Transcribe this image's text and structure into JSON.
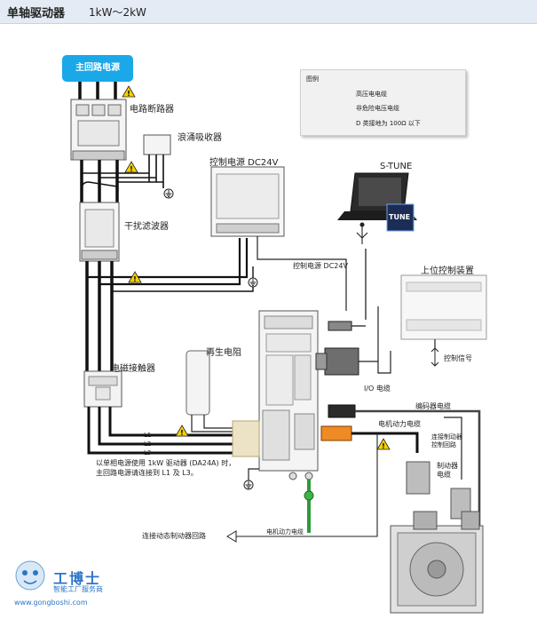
{
  "header": {
    "title": "单轴驱动器",
    "rating": "1kW～2kW"
  },
  "labels": {
    "main_power": "主回路电源",
    "circuit_breaker": "电路断路器",
    "surge_absorber": "浪涌吸收器",
    "control_power": "控制电源 DC24V",
    "noise_filter": "干扰滤波器",
    "s_tune": "S-TUNE",
    "control_power_cable": "控制电源 DC24V",
    "host_controller": "上位控制装置",
    "control_signal": "控制信号",
    "io_cable": "I/O 电缆",
    "regen_resistor": "再生电阻",
    "contactor": "电磁接触器",
    "encoder_cable": "编码器电缆",
    "motor_power_cable": "电机动力电缆",
    "brake_connect": "连接制动器 控制回路",
    "brake_cable": "制动器 电缆",
    "l1": "L1",
    "l2": "L2",
    "l3": "L3",
    "single_phase_note_1": "以单相电源使用 1kW 驱动器 (DA24A) 时，",
    "single_phase_note_2": "主回路电源请连接到 L1 及 L3。",
    "motor_power_cable_2": "电机动力电缆",
    "dynamic_brake": "连接动态制动器回路",
    "tune_logo": "TUNE"
  },
  "legend": {
    "title": "图例",
    "high_voltage": "高压电电缆",
    "non_hazard": "非危险电压电缆",
    "ground": "D 类接地为 100Ω 以下"
  },
  "watermark": {
    "brand": "工博士",
    "tagline": "智能工厂服务商",
    "url": "www.gongboshi.com"
  },
  "colors": {
    "header_bg": "#e4ebf4",
    "main_power_bg": "#1aa8e8",
    "warning": "#f5d000",
    "brand": "#2d74c8"
  },
  "icons": [
    "warning-icon",
    "ground-icon",
    "usb-icon",
    "arrow-icon"
  ]
}
